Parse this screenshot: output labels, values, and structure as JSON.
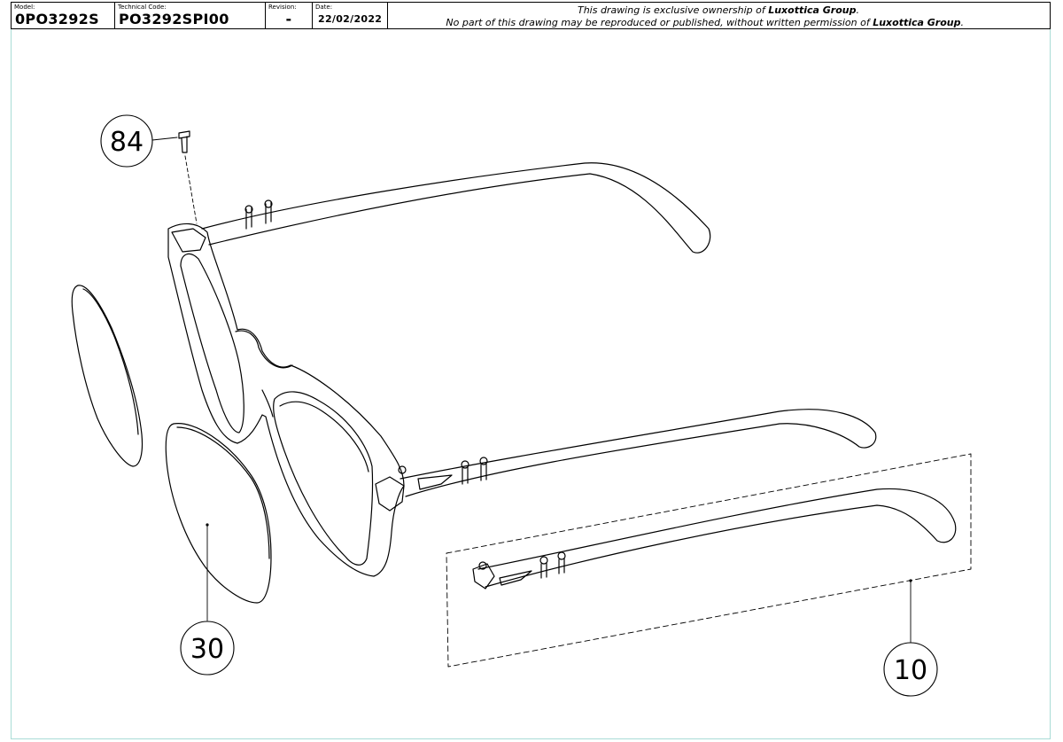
{
  "title_block": {
    "model_label": "Model:",
    "model_value": "0PO3292S",
    "technical_code_label": "Technical Code:",
    "technical_code_value": "PO3292SPI00",
    "revision_label": "Revision:",
    "revision_value": "-",
    "date_label": "Date:",
    "date_value": "22/02/2022"
  },
  "notice": {
    "line1_prefix": "This drawing is exclusive ownership of",
    "line1_company": "Luxottica Group",
    "line1_suffix": ".",
    "line2_prefix": "No part of this drawing may be reproduced or published, without written permission of",
    "line2_company": "Luxottica Group",
    "line2_suffix": "."
  },
  "callouts": [
    {
      "id": "screw",
      "label": "84"
    },
    {
      "id": "lens",
      "label": "30"
    },
    {
      "id": "temple",
      "label": "10"
    }
  ]
}
